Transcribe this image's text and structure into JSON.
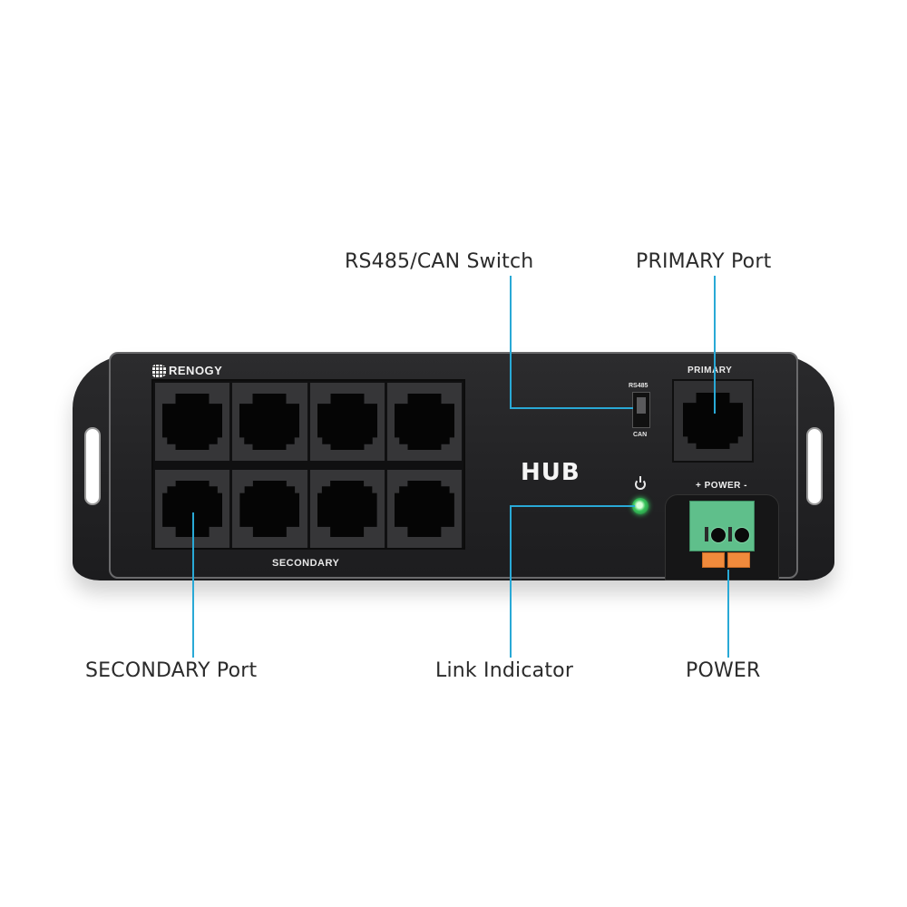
{
  "callouts": {
    "rs485_can_switch": "RS485/CAN Switch",
    "primary_port": "PRIMARY Port",
    "secondary_port": "SECONDARY  Port",
    "link_indicator": "Link Indicator",
    "power": "POWER"
  },
  "device": {
    "brand": "RENOGY",
    "name": "HUB",
    "secondary_label": "SECONDARY",
    "primary_label": "PRIMARY",
    "switch_top_label": "RS485",
    "switch_bottom_label": "CAN",
    "power_label": "+ POWER -",
    "secondary_port_count": 8
  },
  "colors": {
    "callout_line": "#29a9d6",
    "device_body": "#222224",
    "terminal_green": "#5fbf8b",
    "latch_orange": "#f08a3c",
    "led_green": "#39c45c"
  }
}
